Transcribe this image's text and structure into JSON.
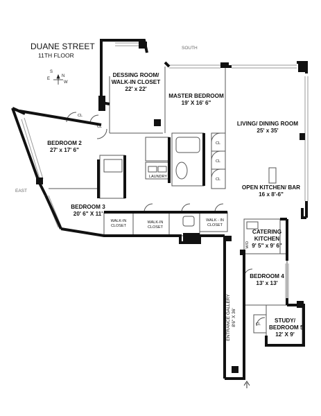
{
  "header": {
    "street": "DUANE STREET",
    "floor": "11TH FLOOR"
  },
  "orientation": {
    "south_label": "SOUTH",
    "east_label": "EAST",
    "compass": {
      "n": "N",
      "s": "S",
      "e": "E",
      "w": "W"
    }
  },
  "rooms": [
    {
      "id": "dressing",
      "name_line1": "DESSING ROOM/",
      "name_line2": "WALK-IN CLOSET",
      "dims": "22' x 22'"
    },
    {
      "id": "master",
      "name_line1": "MASTER BEDROOM",
      "dims": "19' X 16' 6\""
    },
    {
      "id": "living",
      "name_line1": "LIVING/ DINING ROOM",
      "dims": "25' x 35'"
    },
    {
      "id": "bedroom2",
      "name_line1": "BEDROOM 2",
      "dims": "27' x 17' 6\""
    },
    {
      "id": "laundry",
      "name_line1": "LAUNDRY"
    },
    {
      "id": "kitchen",
      "name_line1": "OPEN KITCHEN/ BAR",
      "dims": "16 x 8'-6\""
    },
    {
      "id": "bedroom3",
      "name_line1": "BEDROOM 3",
      "dims": "20' 6\" X 11'"
    },
    {
      "id": "wic1",
      "name_line1": "WALK-IN",
      "name_line2": "CLOSET"
    },
    {
      "id": "wic2",
      "name_line1": "WALK-IN",
      "name_line2": "CLOSET"
    },
    {
      "id": "wic3",
      "name_line1": "WALK - IN",
      "name_line2": "CLOSET"
    },
    {
      "id": "catering",
      "name_line1": "CATERING",
      "name_line2": "KITCHEN",
      "dims": "9' 5\" x 9' 6\""
    },
    {
      "id": "bedroom4",
      "name_line1": "BEDROOM 4",
      "dims": "13' x 13'"
    },
    {
      "id": "study",
      "name_line1": "STUDY/",
      "name_line2": "BEDROOM 5",
      "dims": "12' X 9'"
    },
    {
      "id": "gallery",
      "name_line1": "ENTRANCE GALLERY",
      "dims": "8'6\" X 36'"
    }
  ],
  "closets": {
    "cl": "CL",
    "wd": "W/D"
  },
  "colors": {
    "wall": "#111111",
    "thin": "#555555",
    "window": "#999999",
    "bg": "#ffffff"
  }
}
